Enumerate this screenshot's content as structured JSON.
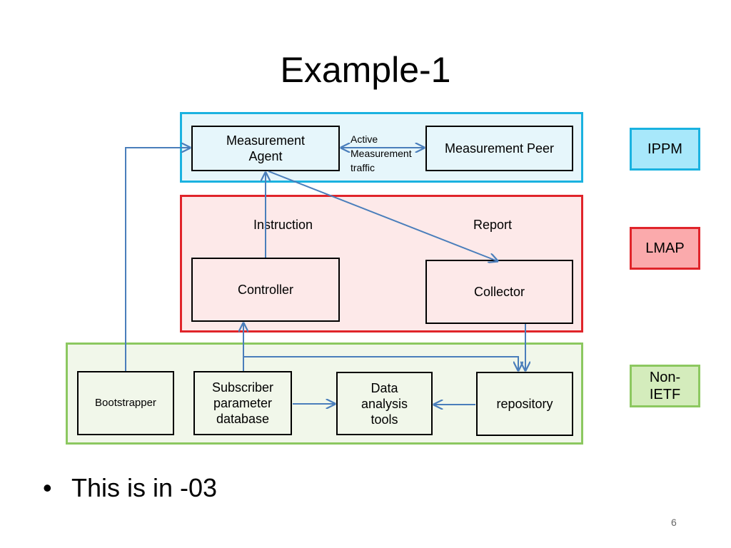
{
  "title": "Example-1",
  "colors": {
    "ippm_border": "#1ab2e0",
    "ippm_fill": "#e6f6fb",
    "lmap_border": "#e0242a",
    "lmap_fill": "#fde9e9",
    "nonietf_border": "#8cc860",
    "nonietf_fill": "#f1f7ea",
    "arrow": "#4a7ebb"
  },
  "nodes": {
    "agent": "Measurement Agent",
    "peer": "Measurement Peer",
    "controller": "Controller",
    "collector": "Collector",
    "bootstrapper": "Bootstrapper",
    "subscriber_db": "Subscriber parameter database",
    "data_tools": "Data analysis tools",
    "repository": "repository"
  },
  "labels": {
    "active_traffic": "Active Measurement traffic",
    "instruction": "Instruction",
    "report": "Report"
  },
  "tags": {
    "ippm": "IPPM",
    "lmap": "LMAP",
    "nonietf": "Non-IETF"
  },
  "bullets": [
    "This is in -03"
  ],
  "page_number": "6"
}
